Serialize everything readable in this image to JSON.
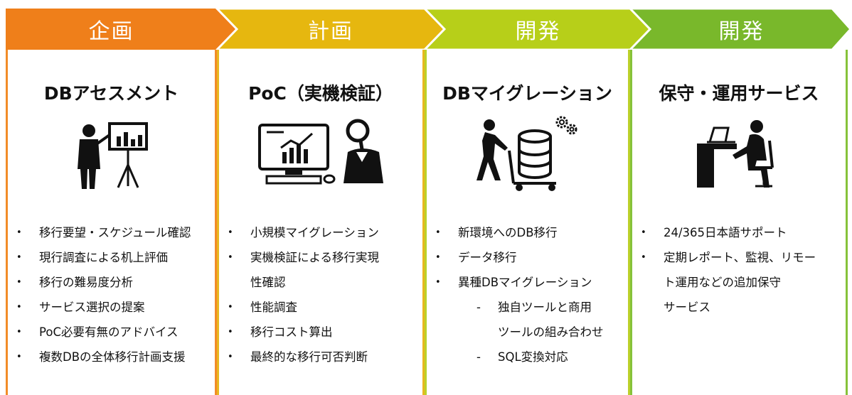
{
  "stages": [
    {
      "label": "企画",
      "color": "#ef7f1a",
      "border": "#f28c28"
    },
    {
      "label": "計画",
      "color": "#e6b70f",
      "border": "#e8b820"
    },
    {
      "label": "開発",
      "color": "#b7cf19",
      "border": "#bcd12a"
    },
    {
      "label": "開発",
      "color": "#79b82b",
      "border": "#86c23a"
    }
  ],
  "columns": [
    {
      "title": "DBアセスメント",
      "icon": "presenter-with-chart-icon",
      "items": [
        {
          "kind": "bullet",
          "text": "移行要望・スケジュール確認"
        },
        {
          "kind": "bullet",
          "text": "現行調査による机上評価"
        },
        {
          "kind": "bullet",
          "text": "移行の難易度分析"
        },
        {
          "kind": "bullet",
          "text": "サービス選択の提案"
        },
        {
          "kind": "bullet",
          "text": "PoC必要有無のアドバイス"
        },
        {
          "kind": "bullet",
          "text": "複数DBの全体移行計画支援"
        }
      ]
    },
    {
      "title": "PoC（実機検証）",
      "icon": "monitor-and-inspector-icon",
      "items": [
        {
          "kind": "bullet",
          "text": "小規模マイグレーション"
        },
        {
          "kind": "bullet",
          "text": "実機検証による移行実現"
        },
        {
          "kind": "cont",
          "text": "性確認"
        },
        {
          "kind": "bullet",
          "text": "性能調査"
        },
        {
          "kind": "bullet",
          "text": "移行コスト算出"
        },
        {
          "kind": "bullet",
          "text": "最終的な移行可否判断"
        }
      ]
    },
    {
      "title": "DBマイグレーション",
      "icon": "database-cart-migration-icon",
      "items": [
        {
          "kind": "bullet",
          "text": "新環境へのDB移行"
        },
        {
          "kind": "bullet",
          "text": "データ移行"
        },
        {
          "kind": "bullet",
          "text": "異種DBマイグレーション"
        },
        {
          "kind": "sub",
          "text": "独自ツールと商用"
        },
        {
          "kind": "sub-cont",
          "text": "ツールの組み合わせ"
        },
        {
          "kind": "sub",
          "text": "SQL変換対応"
        }
      ]
    },
    {
      "title": "保守・運用サービス",
      "icon": "person-at-desk-laptop-icon",
      "items": [
        {
          "kind": "bullet",
          "text": "24/365日本語サポート"
        },
        {
          "kind": "bullet",
          "text": "定期レポート、監視、リモー"
        },
        {
          "kind": "cont",
          "text": "ト運用などの追加保守"
        },
        {
          "kind": "cont",
          "text": "サービス"
        }
      ]
    }
  ]
}
